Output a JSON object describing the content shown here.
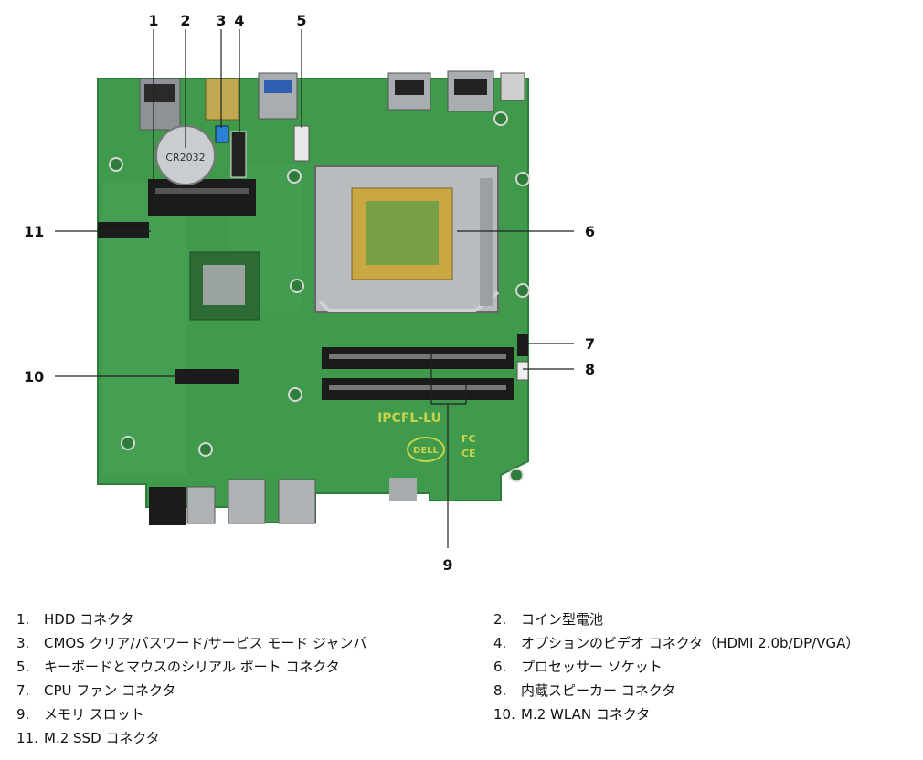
{
  "callouts": {
    "c1": "1",
    "c2": "2",
    "c3": "3",
    "c4": "4",
    "c5": "5",
    "c6": "6",
    "c7": "7",
    "c8": "8",
    "c9": "9",
    "c10": "10",
    "c11": "11"
  },
  "board_text": {
    "silkscreen": "IPCFL-LU",
    "battery": "CR2032",
    "dell": "DELL",
    "fc": "FC",
    "ce": "CE"
  },
  "legend": [
    {
      "num": "1.",
      "label": "HDD コネクタ"
    },
    {
      "num": "2.",
      "label": "コイン型電池"
    },
    {
      "num": "3.",
      "label": "CMOS クリア/パスワード/サービス モード ジャンパ"
    },
    {
      "num": "4.",
      "label": "オプションのビデオ コネクタ（HDMI 2.0b/DP/VGA）"
    },
    {
      "num": "5.",
      "label": "キーボードとマウスのシリアル ポート コネクタ"
    },
    {
      "num": "6.",
      "label": "プロセッサー ソケット"
    },
    {
      "num": "7.",
      "label": "CPU ファン コネクタ"
    },
    {
      "num": "8.",
      "label": "内蔵スピーカー コネクタ"
    },
    {
      "num": "9.",
      "label": "メモリ スロット"
    },
    {
      "num": "10.",
      "label": "M.2 WLAN コネクタ"
    },
    {
      "num": "11.",
      "label": "M.2 SSD コネクタ"
    }
  ],
  "colors": {
    "pcb": "#3f9a4c",
    "pcb_dark": "#2f7d3b",
    "metal": "#b9bcbf",
    "socket_gold": "#c9a843",
    "black": "#1b1b1b"
  }
}
